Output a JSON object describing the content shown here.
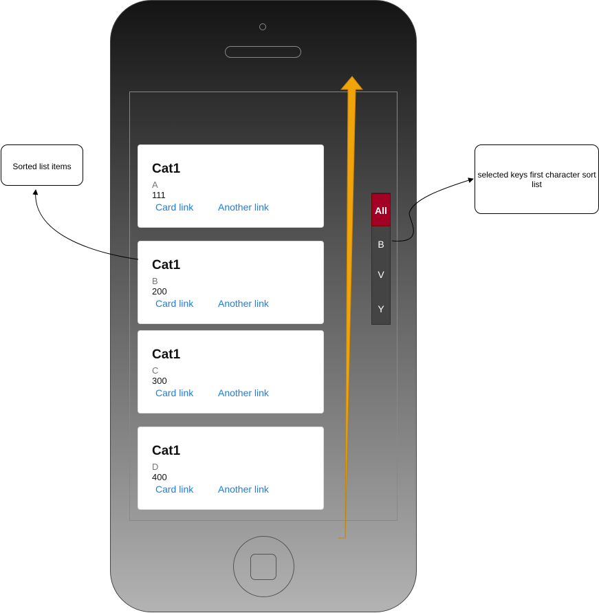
{
  "cards": [
    {
      "title": "Cat1",
      "subtitle": "A",
      "text": "111",
      "link1": "Card link",
      "link2": "Another link"
    },
    {
      "title": "Cat1",
      "subtitle": "B",
      "text": "200",
      "link1": "Card link",
      "link2": "Another link"
    },
    {
      "title": "Cat1",
      "subtitle": "C",
      "text": "300",
      "link1": "Card link",
      "link2": "Another link"
    },
    {
      "title": "Cat1",
      "subtitle": "D",
      "text": "400",
      "link1": "Card link",
      "link2": "Another link"
    }
  ],
  "index": {
    "items": [
      "All",
      "B",
      "V",
      "Y"
    ],
    "active": "All",
    "active_color": "#a20025"
  },
  "callouts": {
    "left": "Sorted list items",
    "right": "selected keys first character sort list"
  },
  "colors": {
    "arrow": "#f0a30a",
    "link": "#1a7ee6"
  }
}
